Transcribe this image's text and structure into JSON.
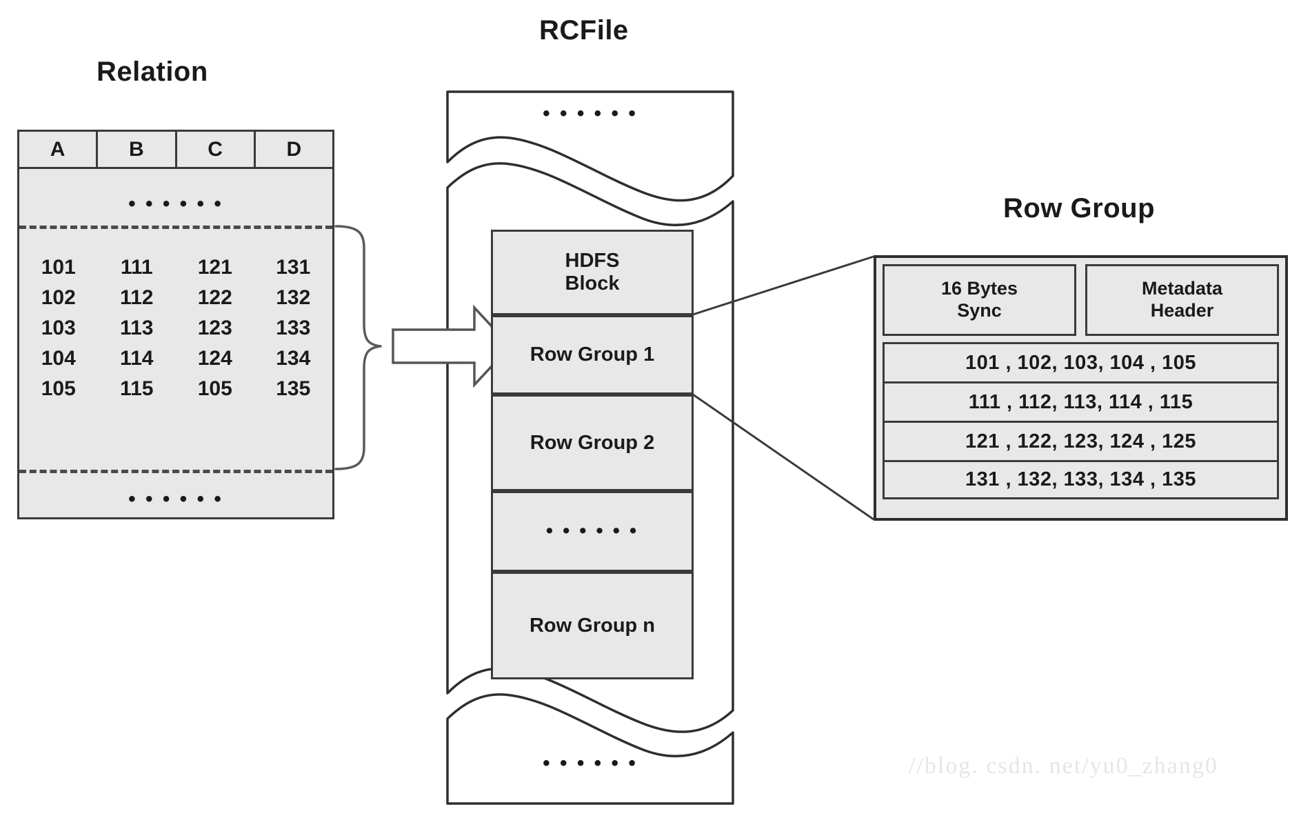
{
  "titles": {
    "relation": "Relation",
    "rcfile": "RCFile",
    "rowgroup": "Row Group"
  },
  "relation": {
    "columns": [
      "A",
      "B",
      "C",
      "D"
    ],
    "top_ellipsis": "• • •   • • •",
    "bottom_ellipsis": "• • •   • • •",
    "rows": [
      [
        "101",
        "111",
        "121",
        "131"
      ],
      [
        "102",
        "112",
        "122",
        "132"
      ],
      [
        "103",
        "113",
        "123",
        "133"
      ],
      [
        "104",
        "114",
        "124",
        "134"
      ],
      [
        "105",
        "115",
        "105",
        "135"
      ]
    ]
  },
  "rcfile": {
    "top_ellipsis": "• • •   • • •",
    "bottom_ellipsis": "• • •   • • •",
    "blocks": [
      {
        "label": "HDFS\nBlock",
        "line1": "HDFS",
        "line2": "Block"
      },
      {
        "label": "Row Group 1"
      },
      {
        "label": "Row Group 2"
      },
      {
        "label": "• • •   • • •"
      },
      {
        "label": "Row Group n"
      }
    ]
  },
  "rowgroup": {
    "header_cells": [
      {
        "line1": "16 Bytes",
        "line2": "Sync"
      },
      {
        "line1": "Metadata",
        "line2": "Header"
      }
    ],
    "data_rows": [
      "101 , 102, 103, 104 , 105",
      "111 , 112, 113, 114 , 115",
      "121 , 122, 123, 124 , 125",
      "131 , 132, 133, 134 , 135"
    ]
  },
  "watermark": "//blog. csdn. net/yu0_zhang0",
  "colors": {
    "fill": "#e8e8e8",
    "stroke": "#3a3a3a",
    "text": "#1a1a1a",
    "watermark": "#e6e6e4"
  }
}
